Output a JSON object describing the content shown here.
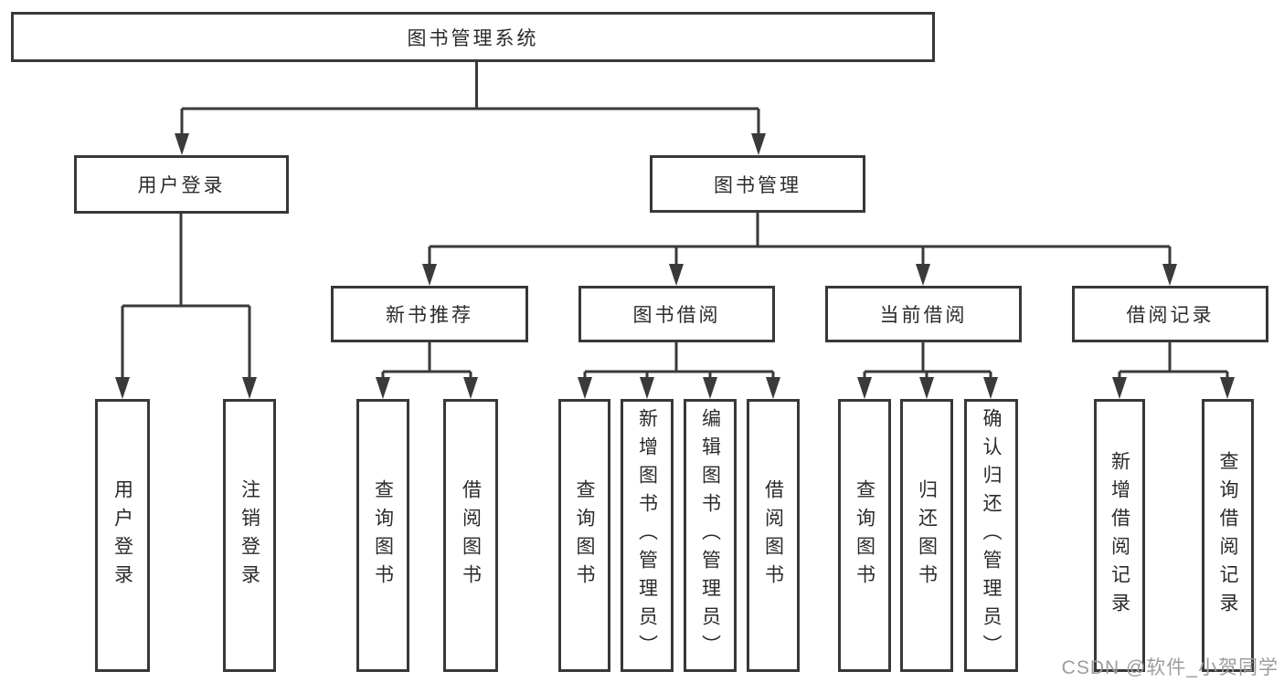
{
  "diagram": {
    "title": "图书管理系统",
    "type": "functional-structure-tree",
    "colors": {
      "line": "#3a3a3a",
      "box_border": "#383838",
      "text": "#2b2b2b",
      "background": "#ffffff",
      "watermark": "#9d9d9d"
    }
  },
  "tree": {
    "root": {
      "label": "图书管理系统"
    },
    "level2": [
      {
        "id": "user-login-module",
        "label": "用户登录"
      },
      {
        "id": "book-management-module",
        "label": "图书管理"
      }
    ],
    "level3": [
      {
        "id": "new-book-recommend",
        "label": "新书推荐"
      },
      {
        "id": "book-borrowing",
        "label": "图书借阅"
      },
      {
        "id": "current-borrowing",
        "label": "当前借阅"
      },
      {
        "id": "borrowing-records",
        "label": "借阅记录"
      }
    ],
    "leaves": [
      {
        "id": "user-login",
        "parent": "user-login-module",
        "label": "用户登录"
      },
      {
        "id": "logout",
        "parent": "user-login-module",
        "label": "注销登录"
      },
      {
        "id": "query-books-a",
        "parent": "new-book-recommend",
        "label": "查询图书"
      },
      {
        "id": "borrow-books-a",
        "parent": "new-book-recommend",
        "label": "借阅图书"
      },
      {
        "id": "query-books-b",
        "parent": "book-borrowing",
        "label": "查询图书"
      },
      {
        "id": "add-books-admin",
        "parent": "book-borrowing",
        "label": "新增图书（管理员）"
      },
      {
        "id": "edit-books-admin",
        "parent": "book-borrowing",
        "label": "编辑图书（管理员）"
      },
      {
        "id": "borrow-books-b",
        "parent": "book-borrowing",
        "label": "借阅图书"
      },
      {
        "id": "query-books-c",
        "parent": "current-borrowing",
        "label": "查询图书"
      },
      {
        "id": "return-books",
        "parent": "current-borrowing",
        "label": "归还图书"
      },
      {
        "id": "confirm-return-admin",
        "parent": "current-borrowing",
        "label": "确认归还（管理员）"
      },
      {
        "id": "add-borrow-record",
        "parent": "borrowing-records",
        "label": "新增借阅记录"
      },
      {
        "id": "query-borrow-record",
        "parent": "borrowing-records",
        "label": "查询借阅记录"
      }
    ]
  },
  "watermark": {
    "text": "CSDN @软件_小贺同学"
  }
}
